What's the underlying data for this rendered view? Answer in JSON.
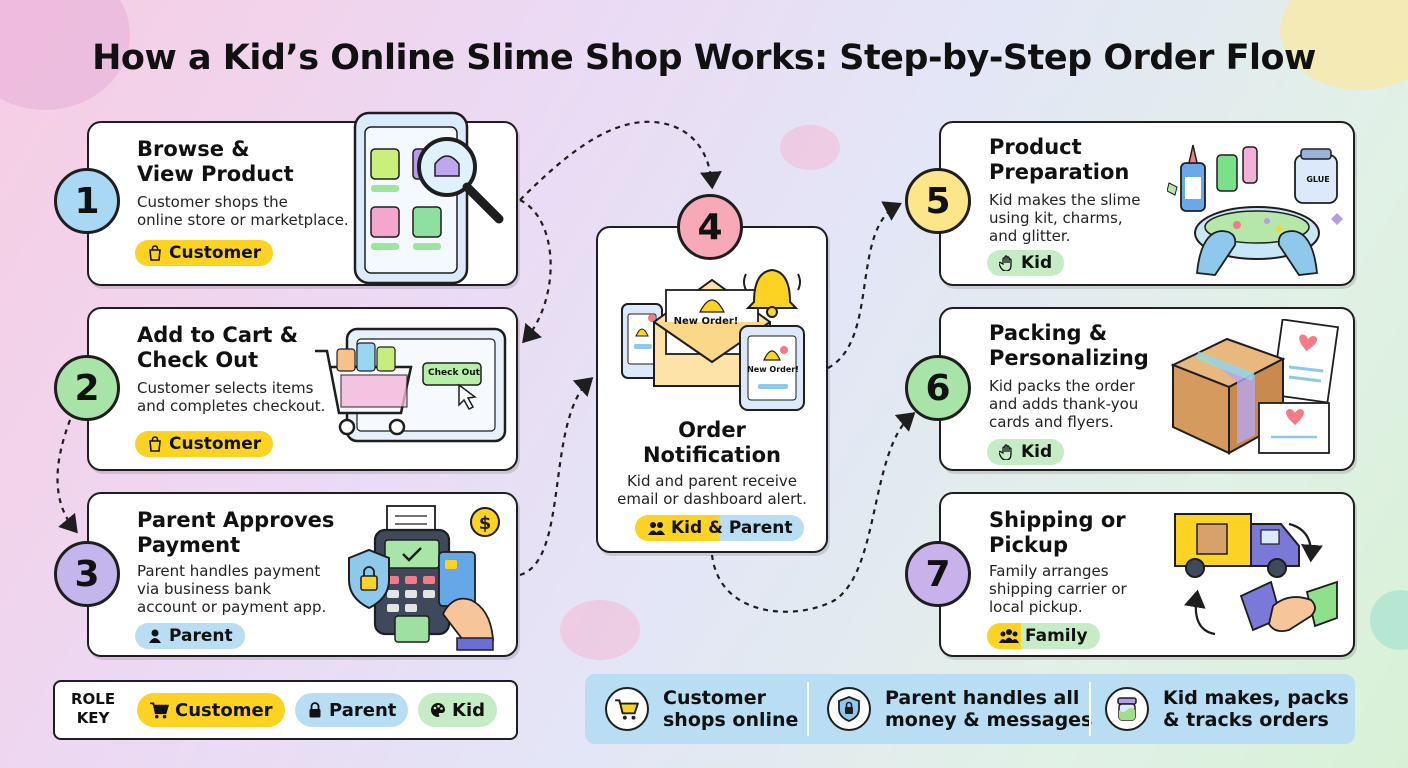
{
  "title": "How a Kid’s Online Slime Shop Works: Step-by-Step Order Flow",
  "steps": [
    {
      "num": "1",
      "title_line1": "Browse &",
      "title_line2": "View Product",
      "desc_line1": "Customer shops the",
      "desc_line2": "online store or marketplace.",
      "role": "Customer"
    },
    {
      "num": "2",
      "title_line1": "Add to Cart &",
      "title_line2": "Check Out",
      "desc_line1": "Customer selects items",
      "desc_line2": "and completes checkout.",
      "role": "Customer",
      "button_label": "Check Out"
    },
    {
      "num": "3",
      "title_line1": "Parent Approves",
      "title_line2": "Payment",
      "desc_line1": "Parent handles payment",
      "desc_line2": "via business bank",
      "desc_line3": "account or payment app.",
      "role": "Parent"
    },
    {
      "num": "4",
      "title_line1": "Order",
      "title_line2": "Notification",
      "desc_line1": "Kid and parent receive",
      "desc_line2": "email or dashboard alert.",
      "role": "Kid & Parent",
      "alert_text": "New Order!"
    },
    {
      "num": "5",
      "title_line1": "Product",
      "title_line2": "Preparation",
      "desc_line1": "Kid makes the slime",
      "desc_line2": "using kit, charms,",
      "desc_line3": "and glitter.",
      "role": "Kid",
      "jar_label": "GLUE"
    },
    {
      "num": "6",
      "title_line1": "Packing &",
      "title_line2": "Personalizing",
      "desc_line1": "Kid packs the order",
      "desc_line2": "and adds thank-you",
      "desc_line3": "cards and flyers.",
      "role": "Kid"
    },
    {
      "num": "7",
      "title_line1": "Shipping or",
      "title_line2": "Pickup",
      "desc_line1": "Family arranges",
      "desc_line2": "shipping carrier or",
      "desc_line3": "local pickup.",
      "role": "Family"
    }
  ],
  "legend": {
    "label_line1": "ROLE",
    "label_line2": "KEY",
    "items": [
      "Customer",
      "Parent",
      "Kid"
    ]
  },
  "summary": [
    {
      "line1": "Customer",
      "line2": "shops online",
      "icon": "cart-icon"
    },
    {
      "line1": "Parent handles all",
      "line2": "money & messages",
      "icon": "shield-lock-icon"
    },
    {
      "line1": "Kid makes, packs",
      "line2": "& tracks orders",
      "icon": "slime-jar-icon"
    }
  ],
  "colors": {
    "customer": "#fcd322",
    "parent": "#b9def3",
    "kid": "#c5ecc5",
    "step1": "#a9d8f5",
    "step2": "#a8e4a8",
    "step3": "#c4b5ec",
    "step4": "#f7a9b8",
    "step5": "#fde68a",
    "step6": "#a8e4a8",
    "step7": "#c9b2ec"
  }
}
